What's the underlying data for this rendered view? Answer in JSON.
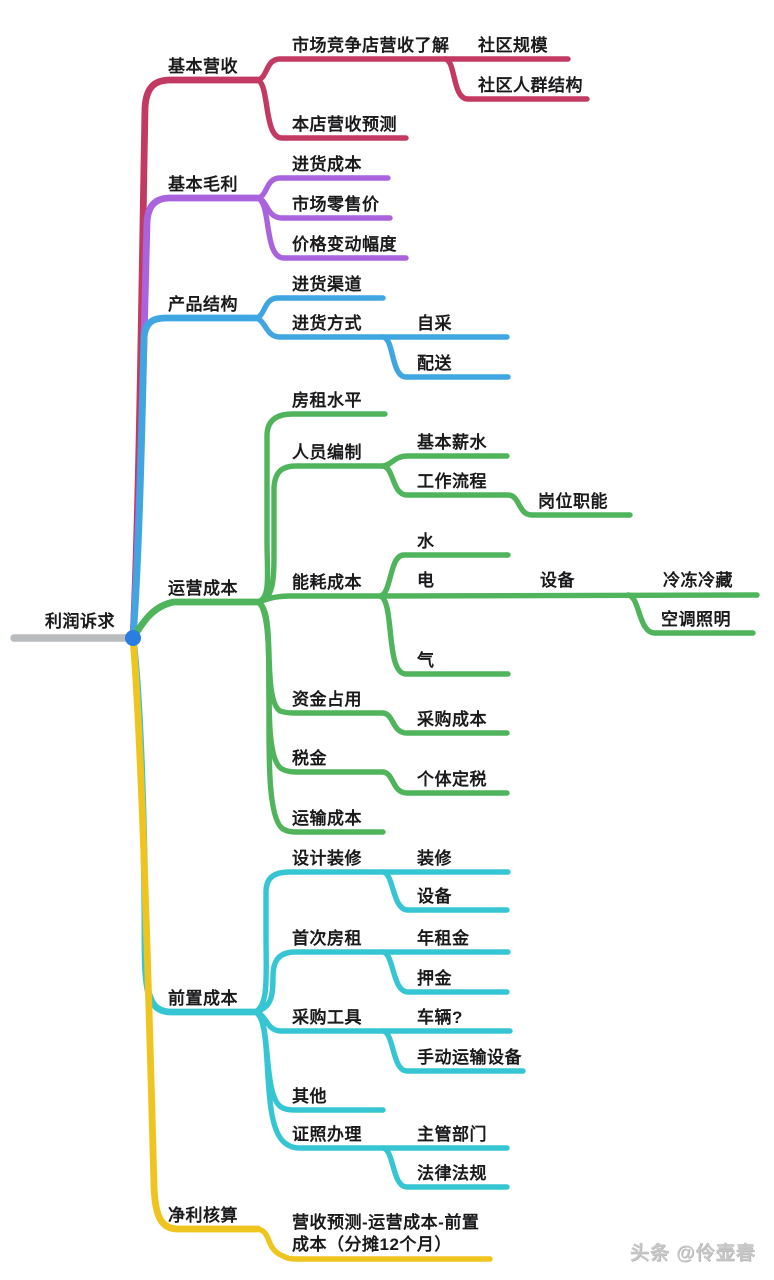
{
  "colors": {
    "root_line": "#b9bcbe",
    "root_dot": "#2a7de1",
    "revenue": "#c23a62",
    "gross_margin": "#a964dd",
    "product": "#3fa6e2",
    "operating": "#4fb45c",
    "upfront": "#36c6d3",
    "net_profit": "#f0c41e",
    "text": "#1a1a1c",
    "watermark": "#c7c7c7"
  },
  "tree": {
    "label": "利润诉求",
    "children": [
      {
        "label": "基本营收",
        "children": [
          {
            "label": "市场竞争店营收了解",
            "children": [
              {
                "label": "社区规模",
                "children": []
              },
              {
                "label": "社区人群结构",
                "children": []
              }
            ]
          },
          {
            "label": "本店营收预测",
            "children": []
          }
        ]
      },
      {
        "label": "基本毛利",
        "children": [
          {
            "label": "进货成本",
            "children": []
          },
          {
            "label": "市场零售价",
            "children": []
          },
          {
            "label": "价格变动幅度",
            "children": []
          }
        ]
      },
      {
        "label": "产品结构",
        "children": [
          {
            "label": "进货渠道",
            "children": []
          },
          {
            "label": "进货方式",
            "children": [
              {
                "label": "自采",
                "children": []
              },
              {
                "label": "配送",
                "children": []
              }
            ]
          }
        ]
      },
      {
        "label": "运营成本",
        "children": [
          {
            "label": "房租水平",
            "children": []
          },
          {
            "label": "人员编制",
            "children": [
              {
                "label": "基本薪水",
                "children": []
              },
              {
                "label": "工作流程",
                "children": [
                  {
                    "label": "岗位职能",
                    "children": []
                  }
                ]
              }
            ]
          },
          {
            "label": "能耗成本",
            "children": [
              {
                "label": "水",
                "children": []
              },
              {
                "label": "电",
                "children": [
                  {
                    "label": "设备",
                    "children": [
                      {
                        "label": "冷冻冷藏",
                        "children": []
                      },
                      {
                        "label": "空调照明",
                        "children": []
                      }
                    ]
                  }
                ]
              },
              {
                "label": "气",
                "children": []
              }
            ]
          },
          {
            "label": "资金占用",
            "children": [
              {
                "label": "采购成本",
                "children": []
              }
            ]
          },
          {
            "label": "税金",
            "children": [
              {
                "label": "个体定税",
                "children": []
              }
            ]
          },
          {
            "label": "运输成本",
            "children": []
          }
        ]
      },
      {
        "label": "前置成本",
        "children": [
          {
            "label": "设计装修",
            "children": [
              {
                "label": "装修",
                "children": []
              },
              {
                "label": "设备",
                "children": []
              }
            ]
          },
          {
            "label": "首次房租",
            "children": [
              {
                "label": "年租金",
                "children": []
              },
              {
                "label": "押金",
                "children": []
              }
            ]
          },
          {
            "label": "采购工具",
            "children": [
              {
                "label": "车辆?",
                "children": []
              },
              {
                "label": "手动运输设备",
                "children": []
              }
            ]
          },
          {
            "label": "其他",
            "children": []
          },
          {
            "label": "证照办理",
            "children": [
              {
                "label": "主管部门",
                "children": []
              },
              {
                "label": "法律法规",
                "children": []
              }
            ]
          }
        ]
      },
      {
        "label": "净利核算",
        "children": [
          {
            "label": "营收预测-运营成本-前置成本（分摊12个月）",
            "children": []
          }
        ]
      }
    ]
  },
  "watermark": {
    "text": "头条 @伶壶春"
  }
}
